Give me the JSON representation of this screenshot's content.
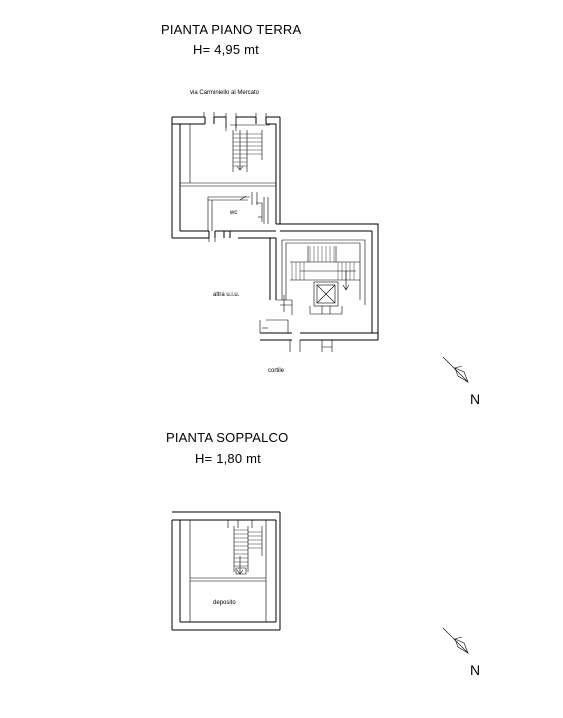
{
  "plan_ground": {
    "title": "PIANTA PIANO TERRA",
    "height_label": "H= 4,95 mt",
    "street_label": "via Carminiello al Mercato",
    "wc_label": "wc",
    "other_unit_label": "altra u.i.u.",
    "courtyard_label": "cortile",
    "north_label": "N"
  },
  "plan_mezzanine": {
    "title": "PIANTA SOPPALCO",
    "height_label": "H= 1,80 mt",
    "storage_label": "deposito",
    "north_label": "N"
  },
  "colors": {
    "line": "#000000",
    "background": "#ffffff"
  }
}
